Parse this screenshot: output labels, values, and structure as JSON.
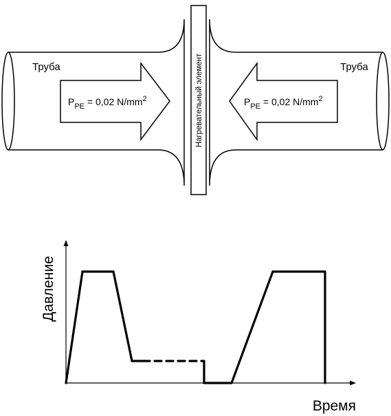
{
  "diagram": {
    "pipe_left_label": "Труба",
    "pipe_right_label": "Труба",
    "heater_label": "Нагревательный элемент",
    "pressure_left": {
      "symbol": "P",
      "subscript": "PE",
      "value": " = 0,02 N/mm",
      "superscript": "2"
    },
    "pressure_right": {
      "symbol": "P",
      "subscript": "PE",
      "value": " = 0,02 N/mm",
      "superscript": "2"
    }
  },
  "graph": {
    "ylabel": "Давление",
    "xlabel": "Время",
    "profile": [
      {
        "t": 0,
        "p": 0,
        "style": "solid"
      },
      {
        "t": 24,
        "p": 162,
        "style": "solid"
      },
      {
        "t": 69,
        "p": 162,
        "style": "solid"
      },
      {
        "t": 96,
        "p": 32,
        "style": "solid"
      },
      {
        "t": 112,
        "p": 32,
        "style": "solid"
      },
      {
        "t": 201,
        "p": 32,
        "style": "dashed"
      },
      {
        "t": 201,
        "p": 0,
        "style": "solid"
      },
      {
        "t": 241,
        "p": 0,
        "style": "solid"
      },
      {
        "t": 301,
        "p": 162,
        "style": "solid"
      },
      {
        "t": 377,
        "p": 162,
        "style": "solid"
      },
      {
        "t": 377,
        "p": 0,
        "style": "solid"
      }
    ]
  }
}
